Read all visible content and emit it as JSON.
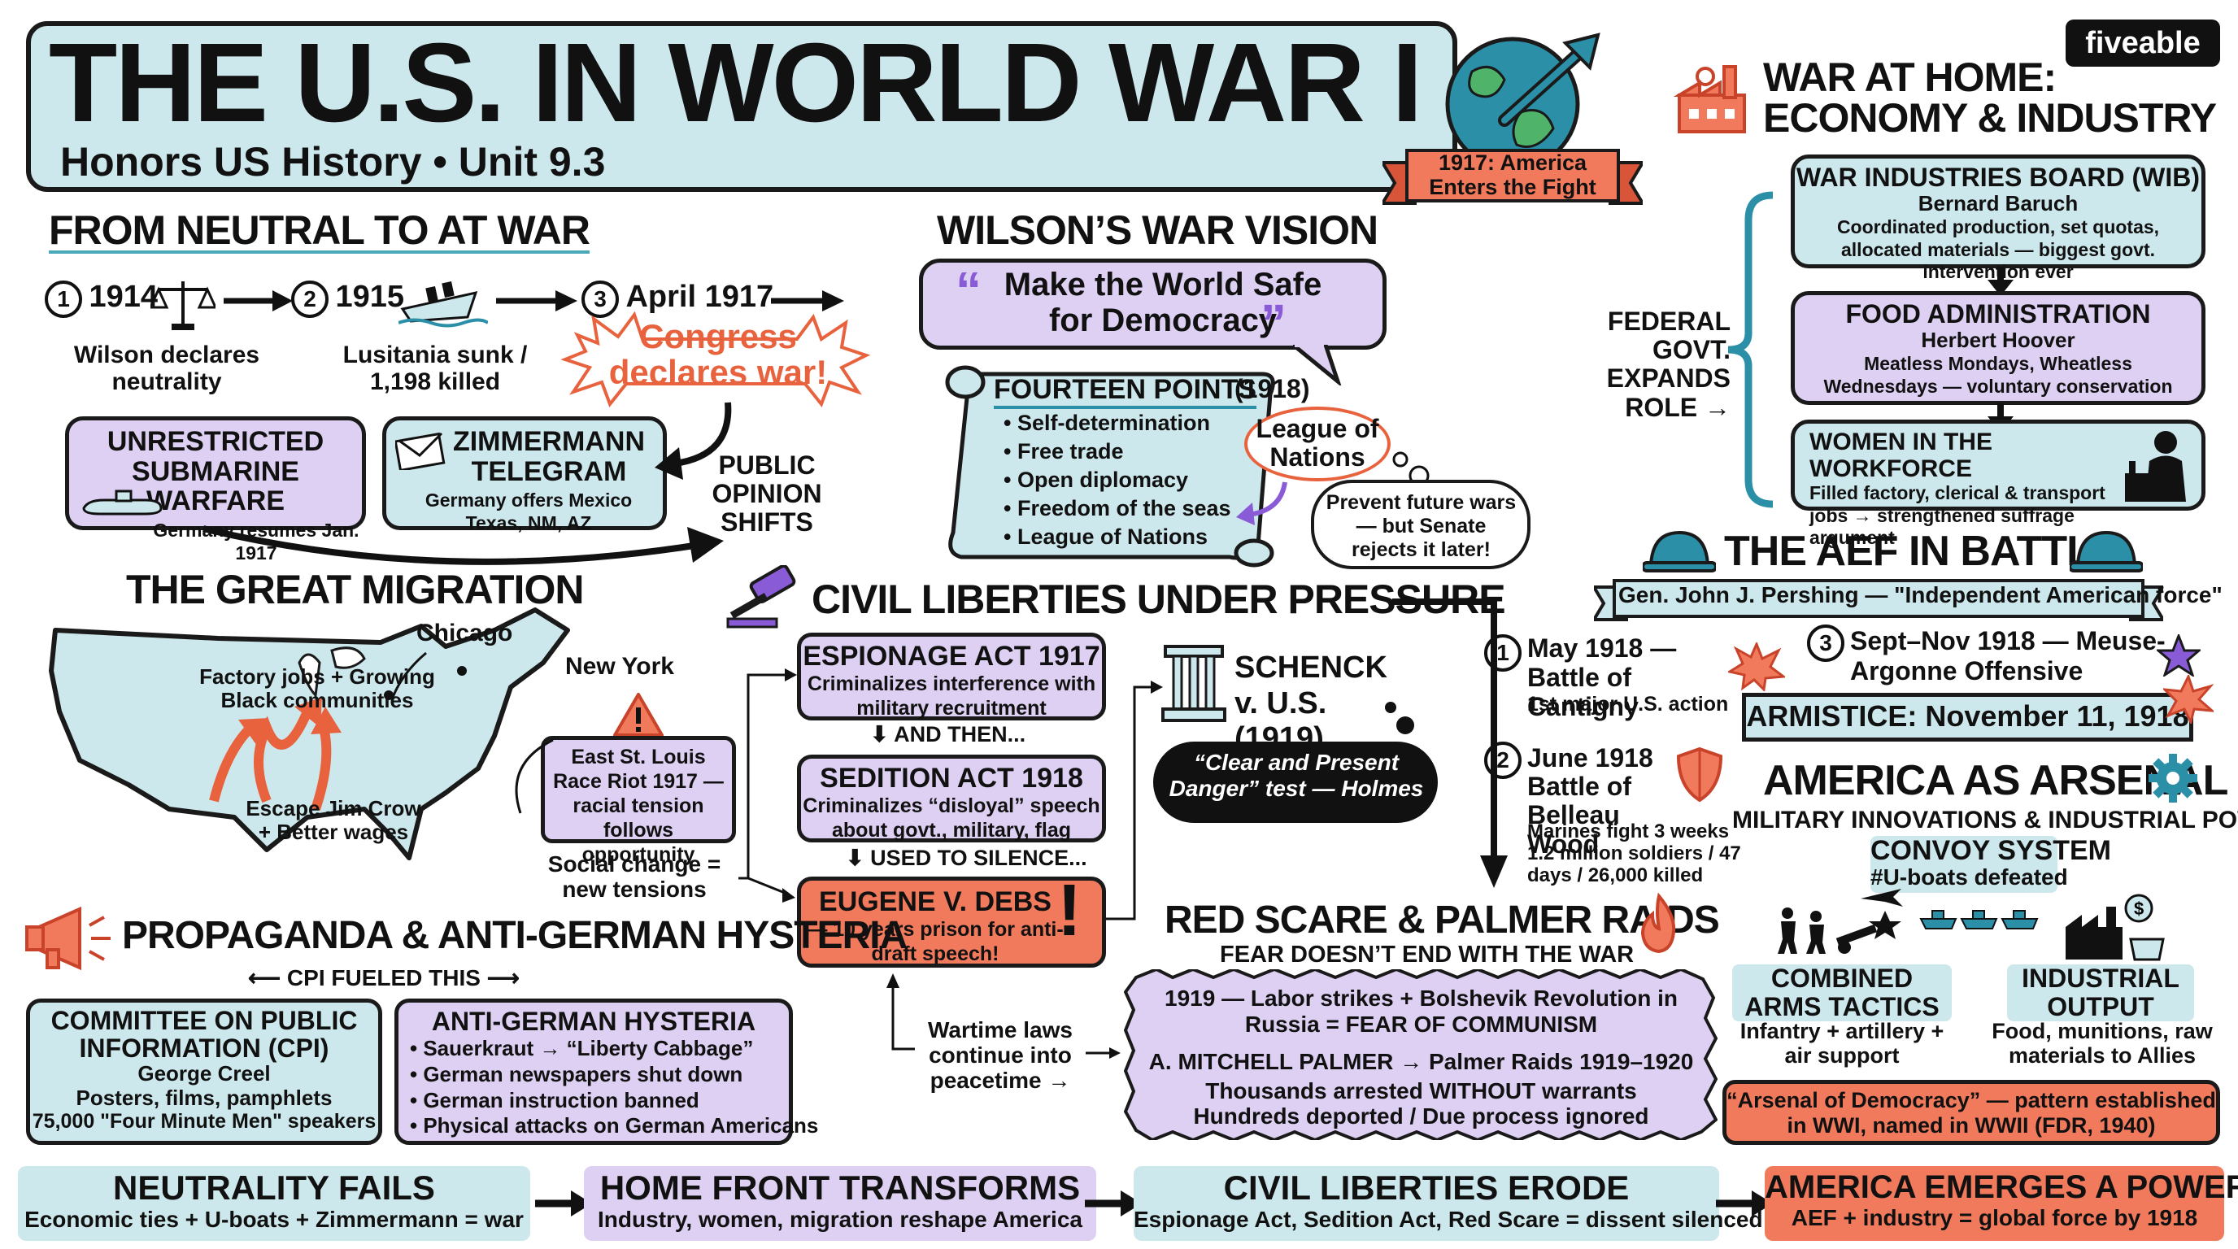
{
  "brand": "fiveable",
  "header": {
    "title": "THE U.S. IN WORLD WAR I",
    "subtitle": "Honors US History • Unit 9.3",
    "banner": "1917: America Enters the Fight"
  },
  "neutral": {
    "title": "FROM NEUTRAL TO AT WAR",
    "steps": [
      {
        "num": "1",
        "year": "1914",
        "caption": "Wilson declares neutrality"
      },
      {
        "num": "2",
        "year": "1915",
        "caption": "Lusitania sunk / 1,198 killed"
      },
      {
        "num": "3",
        "year": "April 1917",
        "caption": "Congress declares war!"
      }
    ],
    "submarine": {
      "title": "UNRESTRICTED SUBMARINE WARFARE",
      "body": "Germany resumes Jan. 1917"
    },
    "zimmermann": {
      "title": "ZIMMERMANN TELEGRAM",
      "body": "Germany offers Mexico Texas, NM, AZ"
    },
    "opinion": "PUBLIC OPINION SHIFTS"
  },
  "wilson": {
    "title": "WILSON’S WAR VISION",
    "quote": "Make the World Safe for Democracy",
    "points_title": "FOURTEEN POINTS",
    "points_year": "(1918)",
    "points": [
      "Self-determination",
      "Free trade",
      "Open diplomacy",
      "Freedom of the seas",
      "League of Nations"
    ],
    "league": "League of Nations",
    "thought": "Prevent future wars — but Senate rejects it later!"
  },
  "home": {
    "title_line1": "WAR AT HOME:",
    "title_line2": "ECONOMY & INDUSTRY",
    "federal": "FEDERAL GOVT. EXPANDS ROLE →",
    "wib": {
      "title": "WAR INDUSTRIES BOARD (WIB)",
      "person": "Bernard Baruch",
      "body": "Coordinated production, set quotas, allocated materials — biggest govt. intervention ever"
    },
    "food": {
      "title": "FOOD ADMINISTRATION",
      "person": "Herbert Hoover",
      "body": "Meatless Mondays, Wheatless Wednesdays — voluntary conservation"
    },
    "women": {
      "title": "WOMEN IN THE WORKFORCE",
      "body": "Filled factory, clerical & transport jobs → strengthened suffrage argument"
    }
  },
  "migration": {
    "title": "THE GREAT MIGRATION",
    "chicago": "Chicago",
    "newyork": "New York",
    "factory": "Factory jobs + Growing Black communities",
    "escape": "Escape Jim Crow + Better wages",
    "riot": "East St. Louis Race Riot 1917 — racial tension follows opportunity",
    "social": "Social change = new tensions"
  },
  "liberties": {
    "title": "CIVIL LIBERTIES UNDER PRESSURE",
    "espionage": {
      "title": "ESPIONAGE ACT 1917",
      "body": "Criminalizes interference with military recruitment"
    },
    "and_then": "AND THEN...",
    "sedition": {
      "title": "SEDITION ACT 1918",
      "body": "Criminalizes “disloyal” speech about govt., military, flag"
    },
    "used": "USED TO SILENCE...",
    "debs": {
      "title": "EUGENE V. DEBS",
      "body": "— 10 years prison for anti-draft speech!"
    },
    "schenck": "SCHENCK v. U.S. (1919)",
    "clear": "“Clear and Present Danger” test — Holmes",
    "wartime": "Wartime laws continue into peacetime →"
  },
  "propaganda": {
    "title": "PROPAGANDA & ANTI-GERMAN HYSTERIA",
    "cpi_fueled": "CPI FUELED THIS",
    "cpi": {
      "title": "COMMITTEE ON PUBLIC INFORMATION (CPI)",
      "person": "George Creel",
      "body1": "Posters, films, pamphlets",
      "body2": "75,000 \"Four Minute Men\" speakers"
    },
    "hysteria_title": "ANTI-GERMAN HYSTERIA",
    "hysteria": [
      "Sauerkraut → “Liberty Cabbage”",
      "German newspapers shut down",
      "German instruction banned",
      "Physical attacks on German Americans"
    ]
  },
  "redscare": {
    "title": "RED SCARE & PALMER RAIDS",
    "subtitle": "FEAR DOESN’T END WITH THE WAR",
    "line1": "1919 — Labor strikes + Bolshevik Revolution in Russia = FEAR OF COMMUNISM",
    "line2": "A. MITCHELL PALMER → Palmer Raids 1919–1920",
    "line3": "Thousands arrested WITHOUT warrants",
    "line4": "Hundreds deported / Due process ignored"
  },
  "aef": {
    "title": "THE AEF IN BATTLE",
    "pershing": "Gen. John J. Pershing — \"Independent American force\"",
    "b1": {
      "num": "1",
      "title": "May 1918 — Battle of Cantigny",
      "body": "1st major U.S. action"
    },
    "b2": {
      "num": "2",
      "title": "June 1918 Battle of Belleau Wood",
      "body": "Marines fight 3 weeks 1.2 million soldiers / 47 days / 26,000 killed"
    },
    "b3": {
      "num": "3",
      "title": "Sept–Nov 1918 — Meuse-Argonne Offensive"
    },
    "armistice": "ARMISTICE: November 11, 1918"
  },
  "arsenal": {
    "title": "AMERICA AS ARSENAL",
    "subtitle": "MILITARY INNOVATIONS & INDUSTRIAL POWER",
    "convoy": "CONVOY SYSTEM",
    "convoy_sub": "#U-boats defeated",
    "combined": "COMBINED ARMS TACTICS",
    "combined_sub": "Infantry + artillery + air support",
    "industrial": "INDUSTRIAL OUTPUT",
    "industrial_sub": "Food, munitions, raw materials to Allies",
    "democracy": "“Arsenal of Democracy” — pattern established in WWI, named in WWII (FDR, 1940)"
  },
  "footer": [
    {
      "title": "NEUTRALITY FAILS",
      "body": "Economic ties + U-boats + Zimmermann = war"
    },
    {
      "title": "HOME FRONT TRANSFORMS",
      "body": "Industry, women, migration reshape America"
    },
    {
      "title": "CIVIL LIBERTIES ERODE",
      "body": "Espionage Act, Sedition Act, Red Scare = dissent silenced"
    },
    {
      "title": "AMERICA EMERGES A POWER",
      "body": "AEF + industry = global force by 1918"
    }
  ],
  "colors": {
    "blue": "#cde8ec",
    "purple": "#ddd0f2",
    "red": "#f27a5c",
    "teal": "#2b8fa8",
    "ink": "#1a1a1a"
  }
}
